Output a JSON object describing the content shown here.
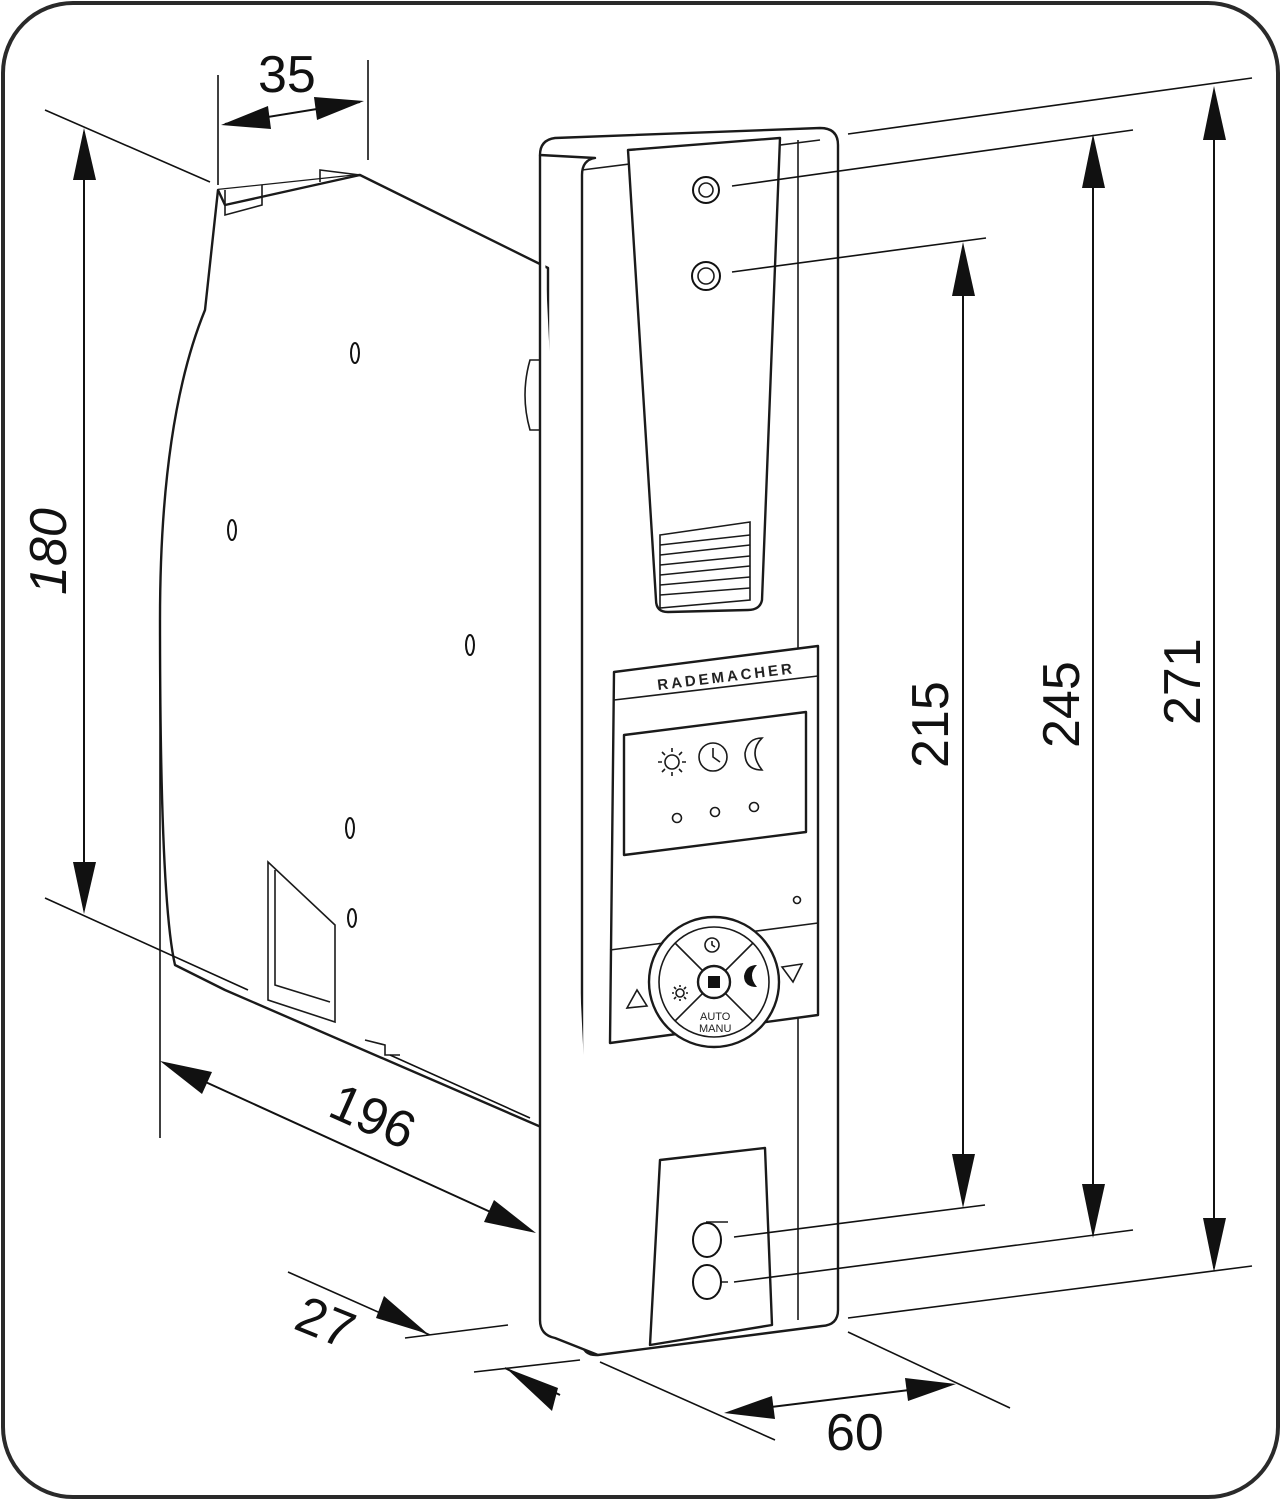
{
  "brand": "RADEMACHER",
  "dimensions": {
    "top_width": "35",
    "left_height": "180",
    "depth_bottom": "196",
    "front_depth": "27",
    "front_width": "60",
    "hole_spacing_inner": "215",
    "hole_spacing_mid": "245",
    "total_height": "271"
  },
  "panel": {
    "auto_label": "AUTO",
    "manu_label": "MANU",
    "icons": [
      "sun-icon",
      "clock-icon",
      "moon-icon",
      "up-arrow-icon",
      "down-arrow-icon",
      "stop-icon"
    ]
  }
}
